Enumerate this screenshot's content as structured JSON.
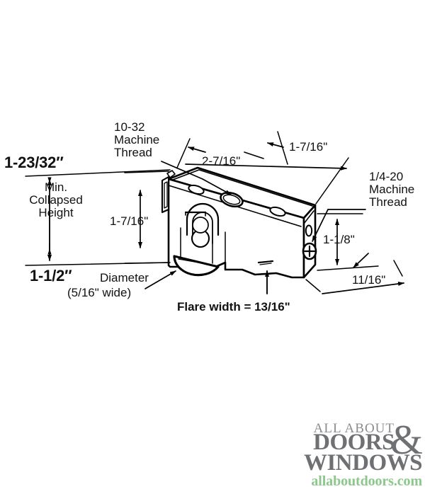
{
  "page": {
    "background_color": "#ffffff",
    "ink_color": "#000000",
    "title": "Sliding Door Roller Assembly Dimension Diagram"
  },
  "diagram": {
    "subject": "sliding-glass-door-roller-housing",
    "labels": {
      "collapsed_height_dim": "1-23/32″",
      "min_collapsed_height": "Min.\nCollapsed\nHeight",
      "inner_height_dim": "1-7/16\"",
      "diameter_dim": "1-1/2″",
      "diameter_word": "Diameter",
      "diameter_width": "(5/16\" wide)",
      "thread_top": "10-32\nMachine\nThread",
      "length_overall_dim": "2-7/16\"",
      "length_partial_dim": "1-7/16\"",
      "thread_end": "1/4-20\nMachine\nThread",
      "end_height_dim": "1-1/8\"",
      "end_depth_dim": "11/16\"",
      "flare_width": "Flare width = 13/16\""
    }
  },
  "logo": {
    "line1": "ALL ABOUT",
    "line2": "DOORS",
    "ampersand": "&",
    "line3": "WINDOWS",
    "domain": "allaboutdoors.com",
    "gray": "#6e7073",
    "green": "#8cc78c"
  }
}
